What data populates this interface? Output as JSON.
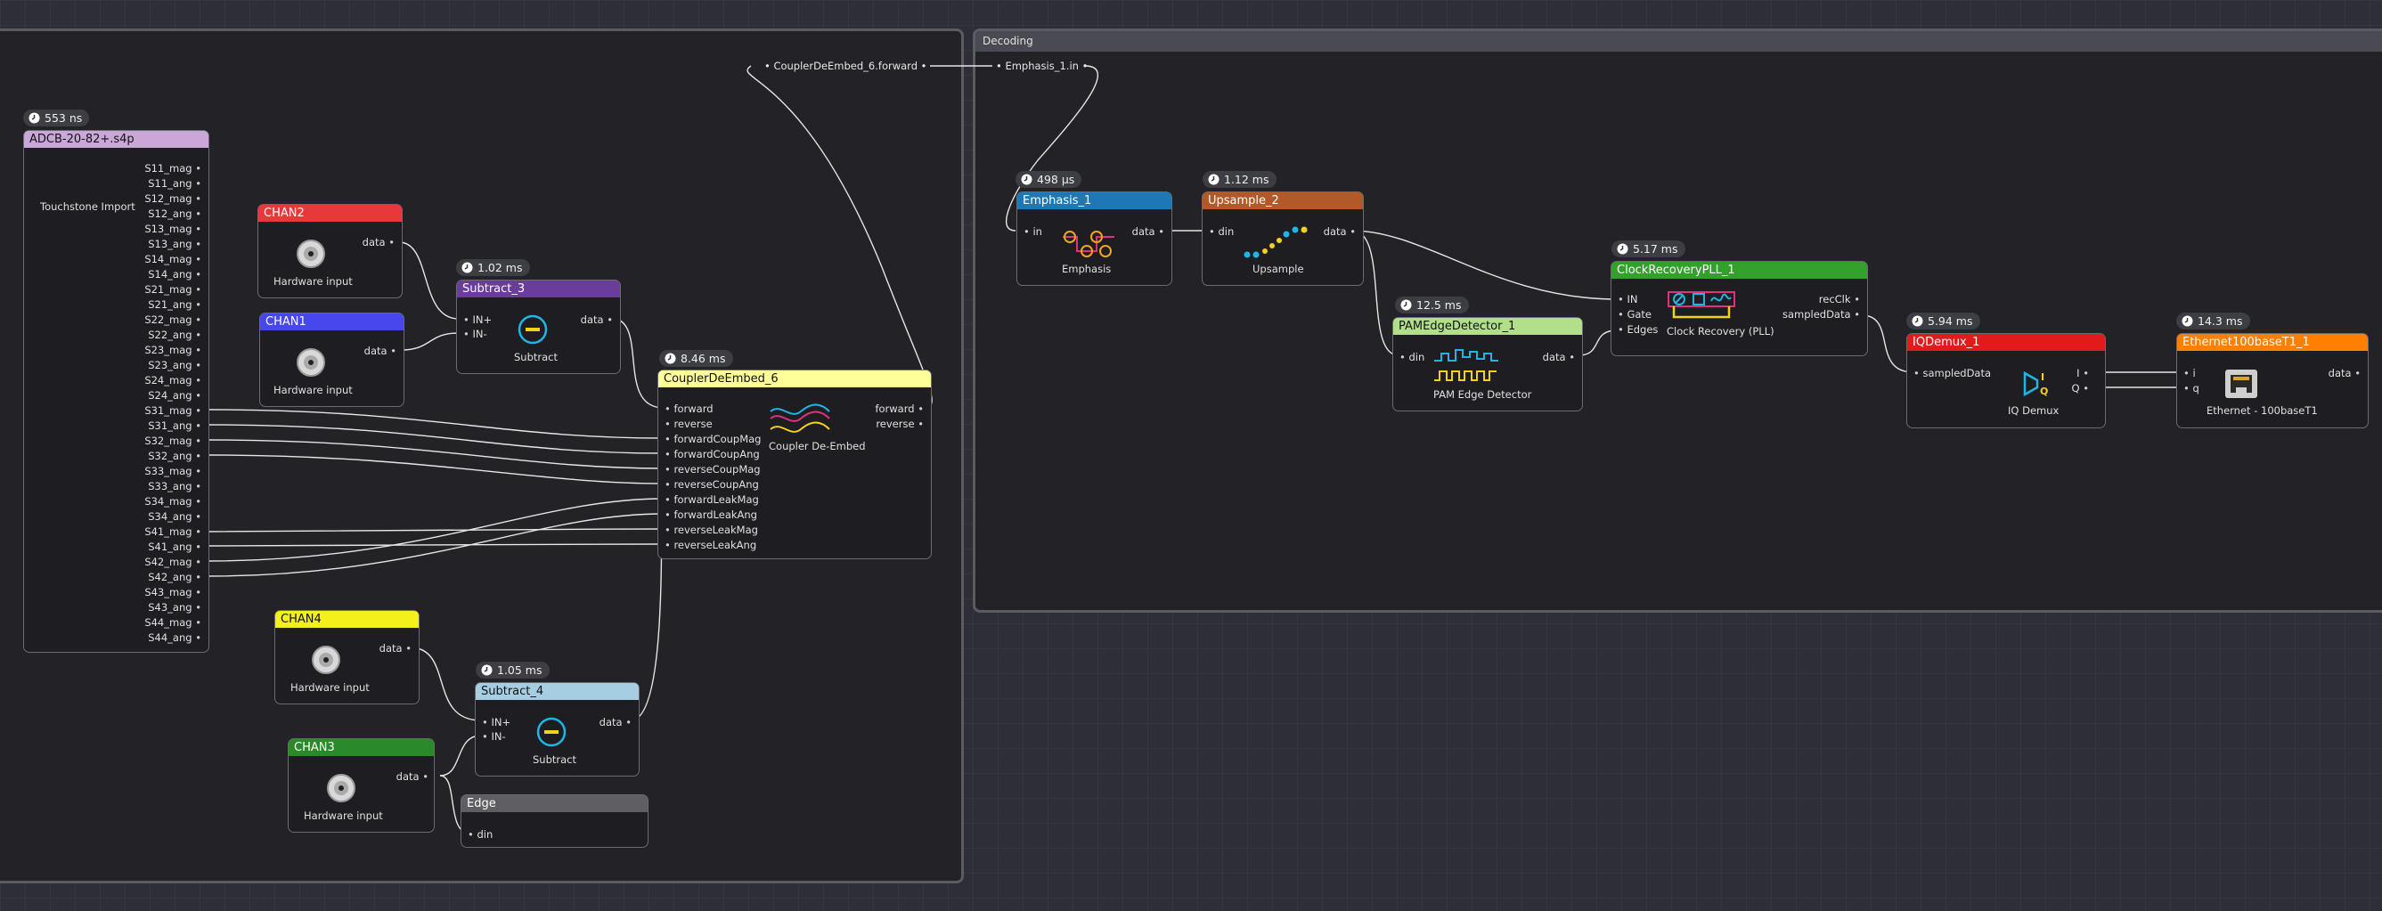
{
  "groups": {
    "decoding_title": "Decoding"
  },
  "pins": {
    "coupler_forward": "CouplerDeEmbed_6.forward",
    "emphasis_in": "Emphasis_1.in"
  },
  "timings": {
    "adcb": "553 ns",
    "subtract3": "1.02 ms",
    "coupler": "8.46 ms",
    "subtract4": "1.05 ms",
    "emphasis": "498 µs",
    "upsample": "1.12 ms",
    "pam": "12.5 ms",
    "clock": "5.17 ms",
    "iqdemux": "5.94 ms",
    "ethernet": "14.3 ms"
  },
  "nodes": {
    "adcb": {
      "title": "ADCB-20-82+.s4p",
      "title_color": "#c9a8d8",
      "caption": "Touchstone Import",
      "outputs": [
        "S11_mag",
        "S11_ang",
        "S12_mag",
        "S12_ang",
        "S13_mag",
        "S13_ang",
        "S14_mag",
        "S14_ang",
        "S21_mag",
        "S21_ang",
        "S22_mag",
        "S22_ang",
        "S23_mag",
        "S23_ang",
        "S24_mag",
        "S24_ang",
        "S31_mag",
        "S31_ang",
        "S32_mag",
        "S32_ang",
        "S33_mag",
        "S33_ang",
        "S34_mag",
        "S34_ang",
        "S41_mag",
        "S41_ang",
        "S42_mag",
        "S42_ang",
        "S43_mag",
        "S43_ang",
        "S44_mag",
        "S44_ang"
      ]
    },
    "chan2": {
      "title": "CHAN2",
      "title_color": "#e8393a",
      "caption": "Hardware input",
      "output": "data"
    },
    "chan1": {
      "title": "CHAN1",
      "title_color": "#4747ee",
      "caption": "Hardware input",
      "output": "data"
    },
    "chan4": {
      "title": "CHAN4",
      "title_color": "#f3f01c",
      "caption": "Hardware input",
      "output": "data"
    },
    "chan3": {
      "title": "CHAN3",
      "title_color": "#2a8a2a",
      "caption": "Hardware input",
      "output": "data"
    },
    "subtract3": {
      "title": "Subtract_3",
      "title_color": "#6a3d9a",
      "caption": "Subtract",
      "inputs": [
        "IN+",
        "IN-"
      ],
      "output": "data"
    },
    "subtract4": {
      "title": "Subtract_4",
      "title_color": "#a6cee3",
      "caption": "Subtract",
      "inputs": [
        "IN+",
        "IN-"
      ],
      "output": "data"
    },
    "coupler": {
      "title": "CouplerDeEmbed_6",
      "title_color": "#ffff99",
      "caption": "Coupler De-Embed",
      "inputs": [
        "forward",
        "reverse",
        "forwardCoupMag",
        "forwardCoupAng",
        "reverseCoupMag",
        "reverseCoupAng",
        "forwardLeakMag",
        "forwardLeakAng",
        "reverseLeakMag",
        "reverseLeakAng"
      ],
      "outputs": [
        "forward",
        "reverse"
      ]
    },
    "edge": {
      "title": "Edge",
      "title_color": "#5f5f63",
      "input": "din"
    },
    "emphasis": {
      "title": "Emphasis_1",
      "title_color": "#1f78b4",
      "caption": "Emphasis",
      "input": "in",
      "output": "data"
    },
    "upsample": {
      "title": "Upsample_2",
      "title_color": "#b15928",
      "caption": "Upsample",
      "input": "din",
      "output": "data"
    },
    "pam": {
      "title": "PAMEdgeDetector_1",
      "title_color": "#b2df8a",
      "caption": "PAM Edge Detector",
      "input": "din",
      "output": "data"
    },
    "clock": {
      "title": "ClockRecoveryPLL_1",
      "title_color": "#33a02c",
      "caption": "Clock Recovery (PLL)",
      "inputs": [
        "IN",
        "Gate",
        "Edges"
      ],
      "outputs": [
        "recClk",
        "sampledData"
      ]
    },
    "iqdemux": {
      "title": "IQDemux_1",
      "title_color": "#e31a1c",
      "caption": "IQ Demux",
      "input": "sampledData",
      "outputs": [
        "I",
        "Q"
      ]
    },
    "ethernet": {
      "title": "Ethernet100baseT1_1",
      "title_color": "#ff7f00",
      "caption": "Ethernet - 100baseT1",
      "inputs": [
        "i",
        "q"
      ],
      "output": "data"
    }
  },
  "colors": {
    "canvas": "#2d2e36",
    "group": "#232327",
    "node": "#1e1e22",
    "wire": "#e6e6e6"
  }
}
